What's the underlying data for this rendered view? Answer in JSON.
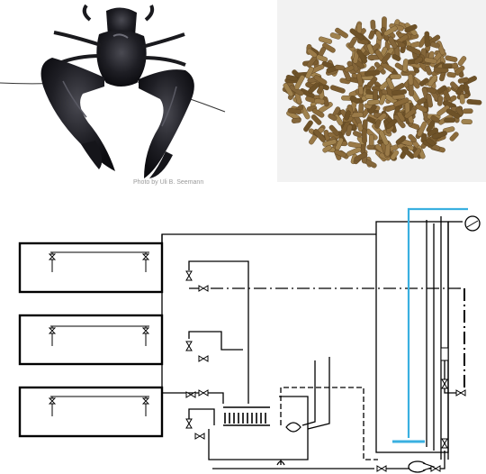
{
  "photos": {
    "crayfish": {
      "subject": "crayfish",
      "credit": "Photo by Uli B. Seemann"
    },
    "pellets": {
      "subject": "feed pellets"
    }
  },
  "diagram": {
    "tank_count": 3,
    "colors": {
      "line": "#000000",
      "water_column": "#3ab0e0",
      "photo_bg_pellets": "#f2f2f2"
    }
  }
}
